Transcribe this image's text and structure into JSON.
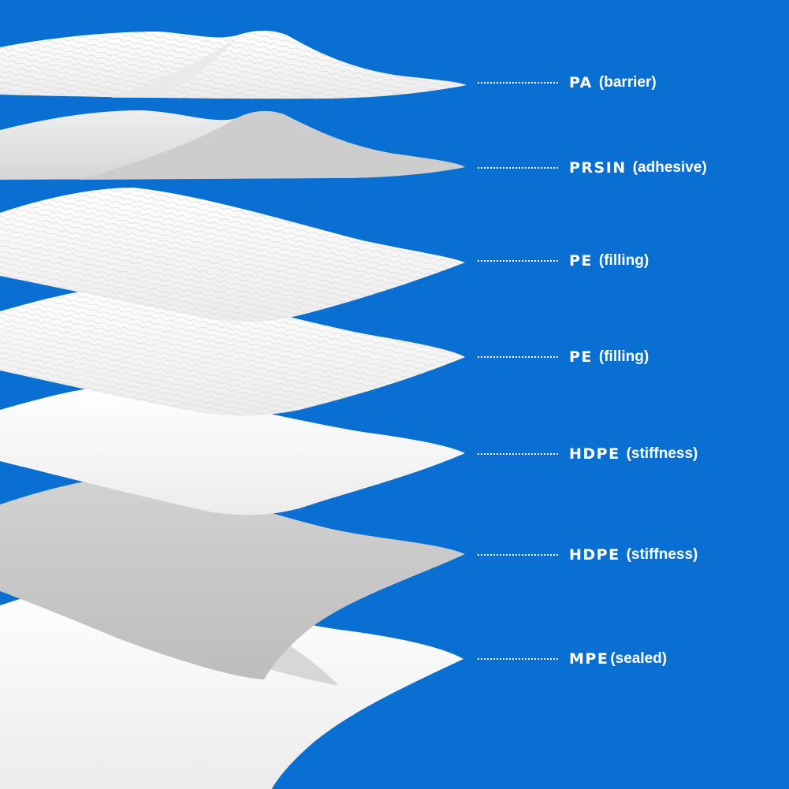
{
  "colors": {
    "background": "#0a6fd2",
    "sheet_white": "#fbfbfb",
    "sheet_light_gray": "#e4e4e4",
    "sheet_gray": "#cfcfcf",
    "label_text": "#ffffff"
  },
  "layers": [
    {
      "code": "PA",
      "description": "(barrier)",
      "sheet_color": "sheet_white",
      "texture": true
    },
    {
      "code": "PRSIN",
      "description": "(adhesive)",
      "sheet_color": "sheet_light_gray",
      "texture": false
    },
    {
      "code": "PE",
      "description": "(filling)",
      "sheet_color": "sheet_white",
      "texture": true
    },
    {
      "code": "PE",
      "description": "(filling)",
      "sheet_color": "sheet_white",
      "texture": true
    },
    {
      "code": "HDPE",
      "description": "(stiffness)",
      "sheet_color": "sheet_white",
      "texture": false
    },
    {
      "code": "HDPE",
      "description": "(stiffness)",
      "sheet_color": "sheet_gray",
      "texture": false
    },
    {
      "code": "MPE",
      "description": "(sealed)",
      "sheet_color": "sheet_white",
      "texture": false
    }
  ]
}
